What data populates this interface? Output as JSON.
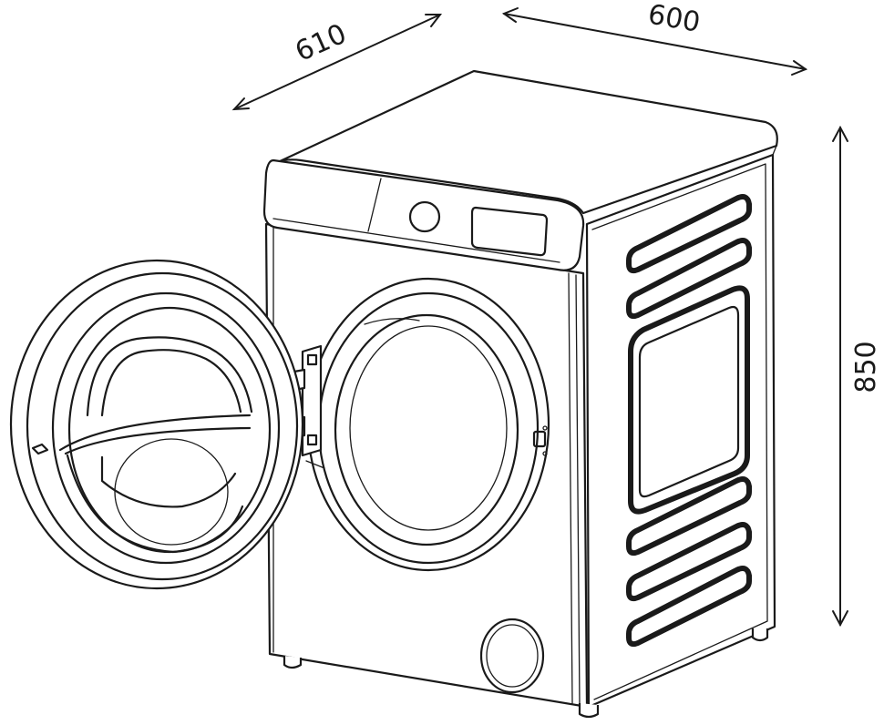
{
  "dimensions": {
    "depth_label": "610",
    "width_label": "600",
    "height_label": "850"
  },
  "colors": {
    "line": "#1a1a1a",
    "background": "#ffffff"
  }
}
